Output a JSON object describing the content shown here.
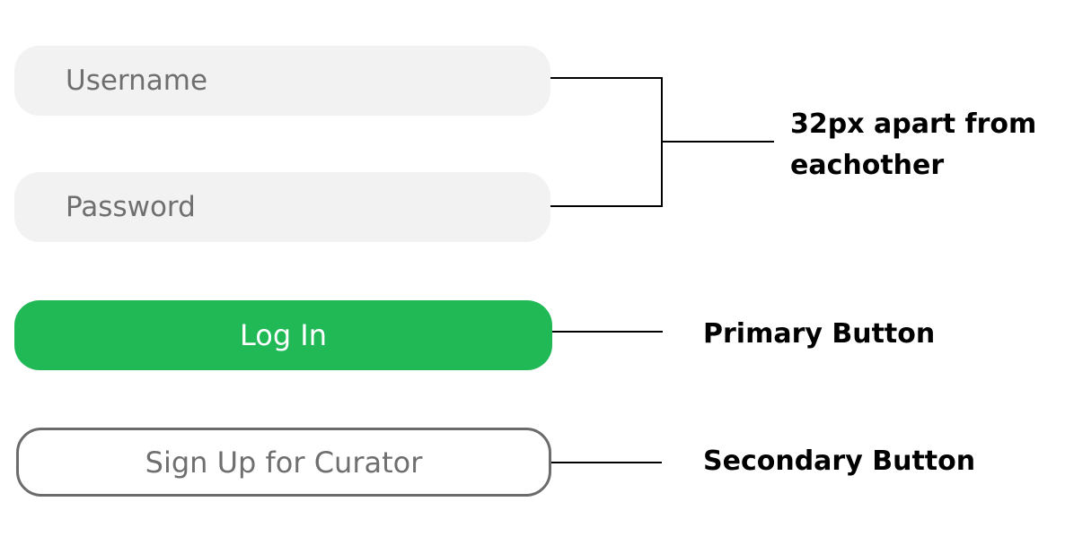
{
  "form": {
    "username_placeholder": "Username",
    "password_placeholder": "Password",
    "login_label": "Log In",
    "signup_label": "Sign Up for Curator"
  },
  "annotations": {
    "spacing": "32px apart from eachother",
    "primary": "Primary Button",
    "secondary": "Secondary Button"
  },
  "colors": {
    "primary_button": "#21b856",
    "field_background": "#f2f2f2",
    "secondary_border": "#6b6b6b",
    "text_gray": "#6f6f6f",
    "annotation_text": "#000000"
  }
}
